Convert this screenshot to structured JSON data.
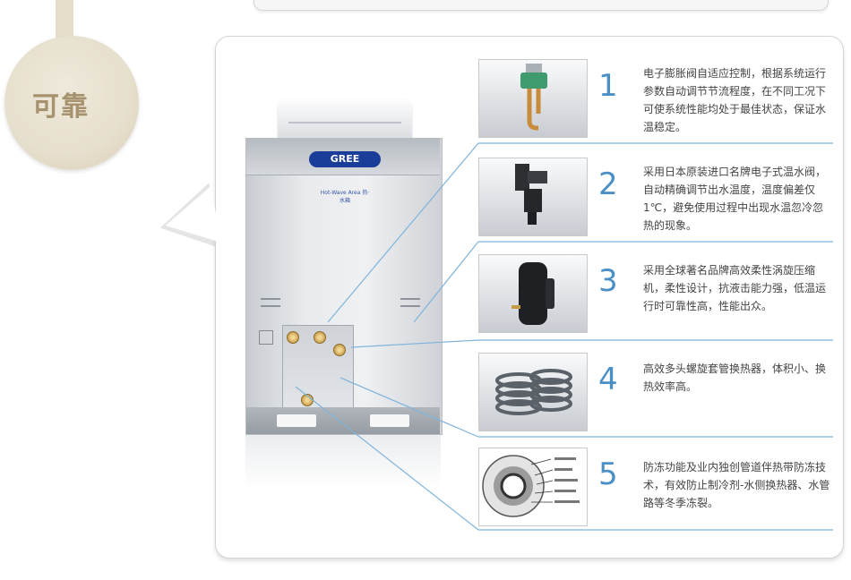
{
  "badge": {
    "title": "可靠"
  },
  "unit": {
    "brand": "GREE",
    "plate": "Hot-Wave Area 热·水箱"
  },
  "features": [
    {
      "number": "1",
      "icon": "expansion-valve-icon",
      "text": "电子膨胀阀自适应控制，根据系统运行参数自动调节节流程度，在不同工况下可使系统性能均处于最佳状态，保证水温稳定。"
    },
    {
      "number": "2",
      "icon": "temperature-valve-icon",
      "text": "采用日本原装进口名牌电子式温水阀，自动精确调节出水温度，温度偏差仅1℃，避免使用过程中出现水温忽冷忽热的现象。"
    },
    {
      "number": "3",
      "icon": "compressor-icon",
      "text": "采用全球著名品牌高效柔性涡旋压缩机，柔性设计，抗液击能力强，低温运行时可靠性高，性能出众。"
    },
    {
      "number": "4",
      "icon": "heat-exchanger-icon",
      "text": "高效多头螺旋套管换热器，体积小、换热效率高。"
    },
    {
      "number": "5",
      "icon": "pipe-cross-section-icon",
      "text": "防冻功能及业内独创管道伴热带防冻技术，有效防止制冷剂-水侧换热器、水管路等冬季冻裂。"
    }
  ],
  "colors": {
    "accent": "#4a8fc6",
    "badge": "#a6926d",
    "brand": "#1b3d9a"
  }
}
